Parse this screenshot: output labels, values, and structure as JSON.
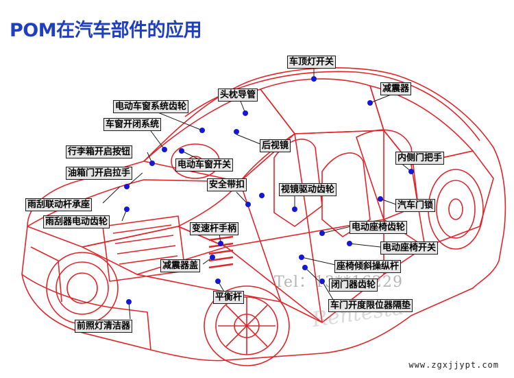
{
  "title": "POM在汽车部件的应用",
  "watermark": "Tel：13**16229",
  "watermark_script": "Rentesta",
  "website": "www.zgxjjypt.com",
  "colors": {
    "outline": "#e0252a",
    "leader": "#1a1a1a",
    "dot": "#1418d6",
    "label_bg": "#e6e6e6",
    "title": "#1f3fbf"
  },
  "labels": {
    "roof_light_switch": "车顶灯开关",
    "shock_absorber_top": "减震器",
    "headrest_tube": "头枕导管",
    "window_gear": "电动车窗系统齿轮",
    "window_close_system": "车窗开闭系统",
    "rearview_mirror": "后视镜",
    "trunk_button": "行李箱开启按钮",
    "power_window_switch": "电动车窗开关",
    "inner_door_handle": "内侧门把手",
    "fuel_door_handle": "油箱门开启拉手",
    "seat_belt": "安全带扣",
    "mirror_drive_gear": "视镜驱动齿轮",
    "wiper_bearing": "雨刮联动杆承座",
    "door_lock": "汽车门锁",
    "wiper_gear": "雨刮器电动齿轮",
    "shift_handle": "变速杆手柄",
    "power_seat_gear": "电动座椅齿轮",
    "power_seat_switch": "电动座椅开关",
    "shock_cap": "减震器盖",
    "seat_recline": "座椅倾斜操纵杆",
    "window_regulator_gear": "闭门器齿轮",
    "stabilizer_bar": "平衡杆",
    "door_limiter_pad": "车门开度限位器隔垫",
    "headlight_cleaner": "前照灯清洁器"
  }
}
